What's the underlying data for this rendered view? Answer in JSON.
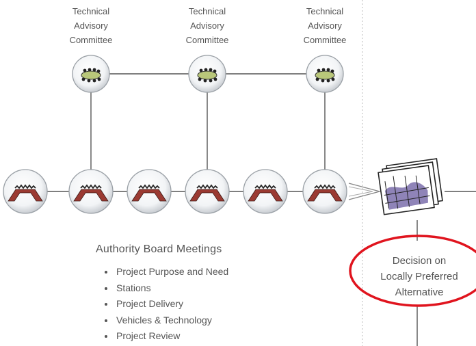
{
  "tac_label": [
    "Technical",
    "Advisory",
    "Committee"
  ],
  "committees": [
    {
      "id": "tac-1"
    },
    {
      "id": "tac-2"
    },
    {
      "id": "tac-3"
    }
  ],
  "board_meeting_count": 6,
  "board": {
    "title": "Authority Board Meetings",
    "items": [
      "Project Purpose and Need",
      "Stations",
      "Project Delivery",
      "Vehicles & Technology",
      "Project Review"
    ]
  },
  "decision": {
    "lines": [
      "Decision on",
      "Locally Preferred",
      "Alternative"
    ],
    "highlight_color": "#e0141e"
  },
  "colors": {
    "line": "#555555",
    "divider": "#bbbbbb",
    "table_green": "#b9c77a",
    "table_red": "#9b3a32",
    "map_purple": "#8f84b8"
  }
}
